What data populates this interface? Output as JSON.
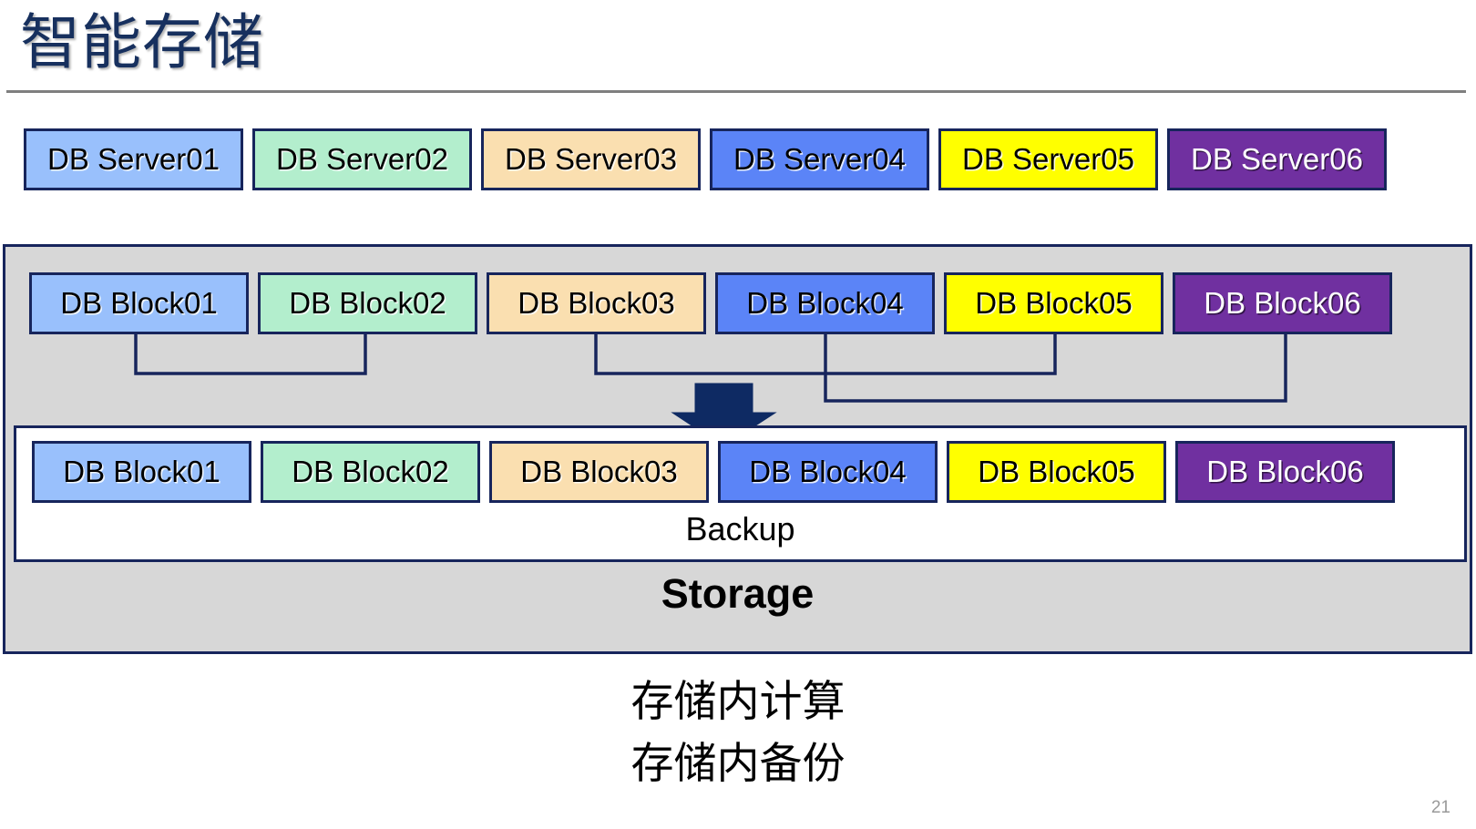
{
  "slide": {
    "title": "智能存储",
    "page_number": "21"
  },
  "colors": {
    "title_text": "#17305e",
    "border": "#17255c",
    "rule": "#7f7f7f",
    "storage_bg": "#d7d7d7",
    "backup_bg": "#ffffff",
    "palette": [
      "#99c0fc",
      "#b3eecd",
      "#fadfb0",
      "#5b84f7",
      "#ffff00",
      "#7030a0"
    ]
  },
  "server_row": {
    "items": [
      {
        "label": "DB Server01",
        "bg": "#99c0fc",
        "text": "#000000"
      },
      {
        "label": "DB Server02",
        "bg": "#b3eecd",
        "text": "#000000"
      },
      {
        "label": "DB Server03",
        "bg": "#fadfb0",
        "text": "#000000"
      },
      {
        "label": "DB Server04",
        "bg": "#5b84f7",
        "text": "#000000"
      },
      {
        "label": "DB Server05",
        "bg": "#ffff00",
        "text": "#000000"
      },
      {
        "label": "DB Server06",
        "bg": "#7030a0",
        "text": "#ffffff"
      }
    ]
  },
  "storage": {
    "label": "Storage",
    "live_blocks": [
      {
        "label": "DB Block01",
        "bg": "#99c0fc",
        "text": "#000000"
      },
      {
        "label": "DB Block02",
        "bg": "#b3eecd",
        "text": "#000000"
      },
      {
        "label": "DB Block03",
        "bg": "#fadfb0",
        "text": "#000000"
      },
      {
        "label": "DB Block04",
        "bg": "#5b84f7",
        "text": "#000000"
      },
      {
        "label": "DB Block05",
        "bg": "#ffff00",
        "text": "#000000"
      },
      {
        "label": "DB Block06",
        "bg": "#7030a0",
        "text": "#ffffff"
      }
    ],
    "backup": {
      "label": "Backup",
      "blocks": [
        {
          "label": "DB Block01",
          "bg": "#99c0fc",
          "text": "#000000"
        },
        {
          "label": "DB Block02",
          "bg": "#b3eecd",
          "text": "#000000"
        },
        {
          "label": "DB Block03",
          "bg": "#fadfb0",
          "text": "#000000"
        },
        {
          "label": "DB Block04",
          "bg": "#5b84f7",
          "text": "#000000"
        },
        {
          "label": "DB Block05",
          "bg": "#ffff00",
          "text": "#000000"
        },
        {
          "label": "DB Block06",
          "bg": "#7030a0",
          "text": "#ffffff"
        }
      ]
    },
    "connector_pairs": [
      {
        "from": "DB Block01",
        "to": "DB Block02"
      },
      {
        "from": "DB Block03",
        "to": "DB Block05"
      },
      {
        "from": "DB Block04",
        "to": "DB Block06"
      }
    ],
    "arrow": "down-arrow"
  },
  "caption": {
    "lines": [
      "存储内计算",
      "存储内备份"
    ]
  }
}
